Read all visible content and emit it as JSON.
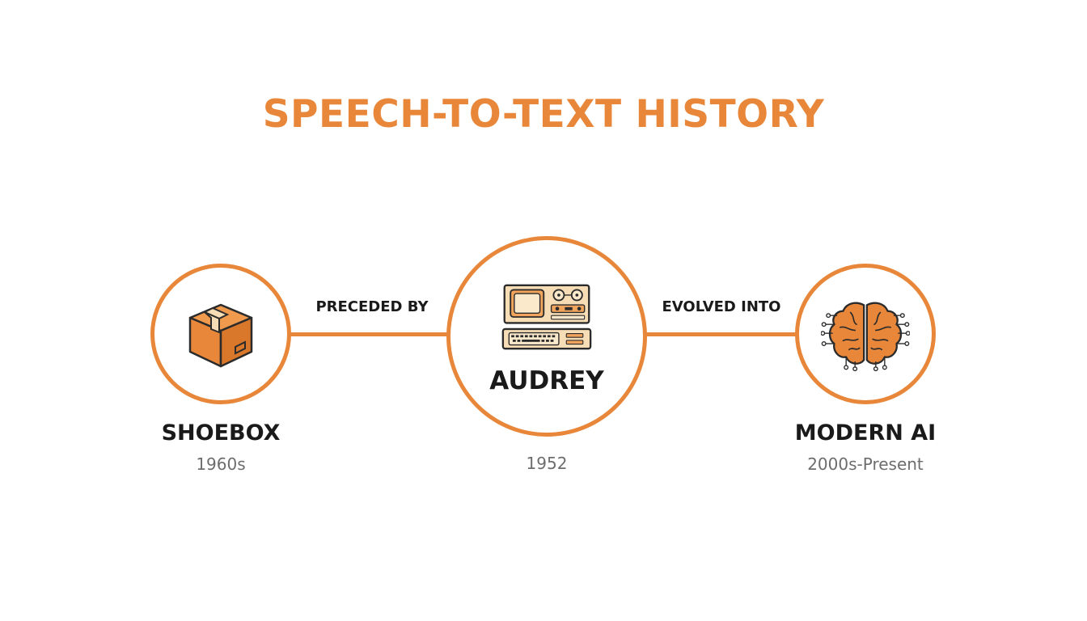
{
  "title": "SPEECH-TO-TEXT HISTORY",
  "colors": {
    "accent": "#E8873A",
    "ring": "#E8873A",
    "text_dark": "#1a1a1a",
    "text_muted": "#6d6d6d",
    "icon_cream": "#F6DDB6",
    "icon_stroke": "#2b2b2b"
  },
  "nodes": [
    {
      "name": "SHOEBOX",
      "year": "1960s",
      "icon": "box-icon"
    },
    {
      "name": "AUDREY",
      "year": "1952",
      "icon": "computer-icon"
    },
    {
      "name": "MODERN AI",
      "year": "2000s-Present",
      "icon": "brain-icon"
    }
  ],
  "connectors": [
    {
      "label": "PRECEDED BY"
    },
    {
      "label": "EVOLVED INTO"
    }
  ]
}
